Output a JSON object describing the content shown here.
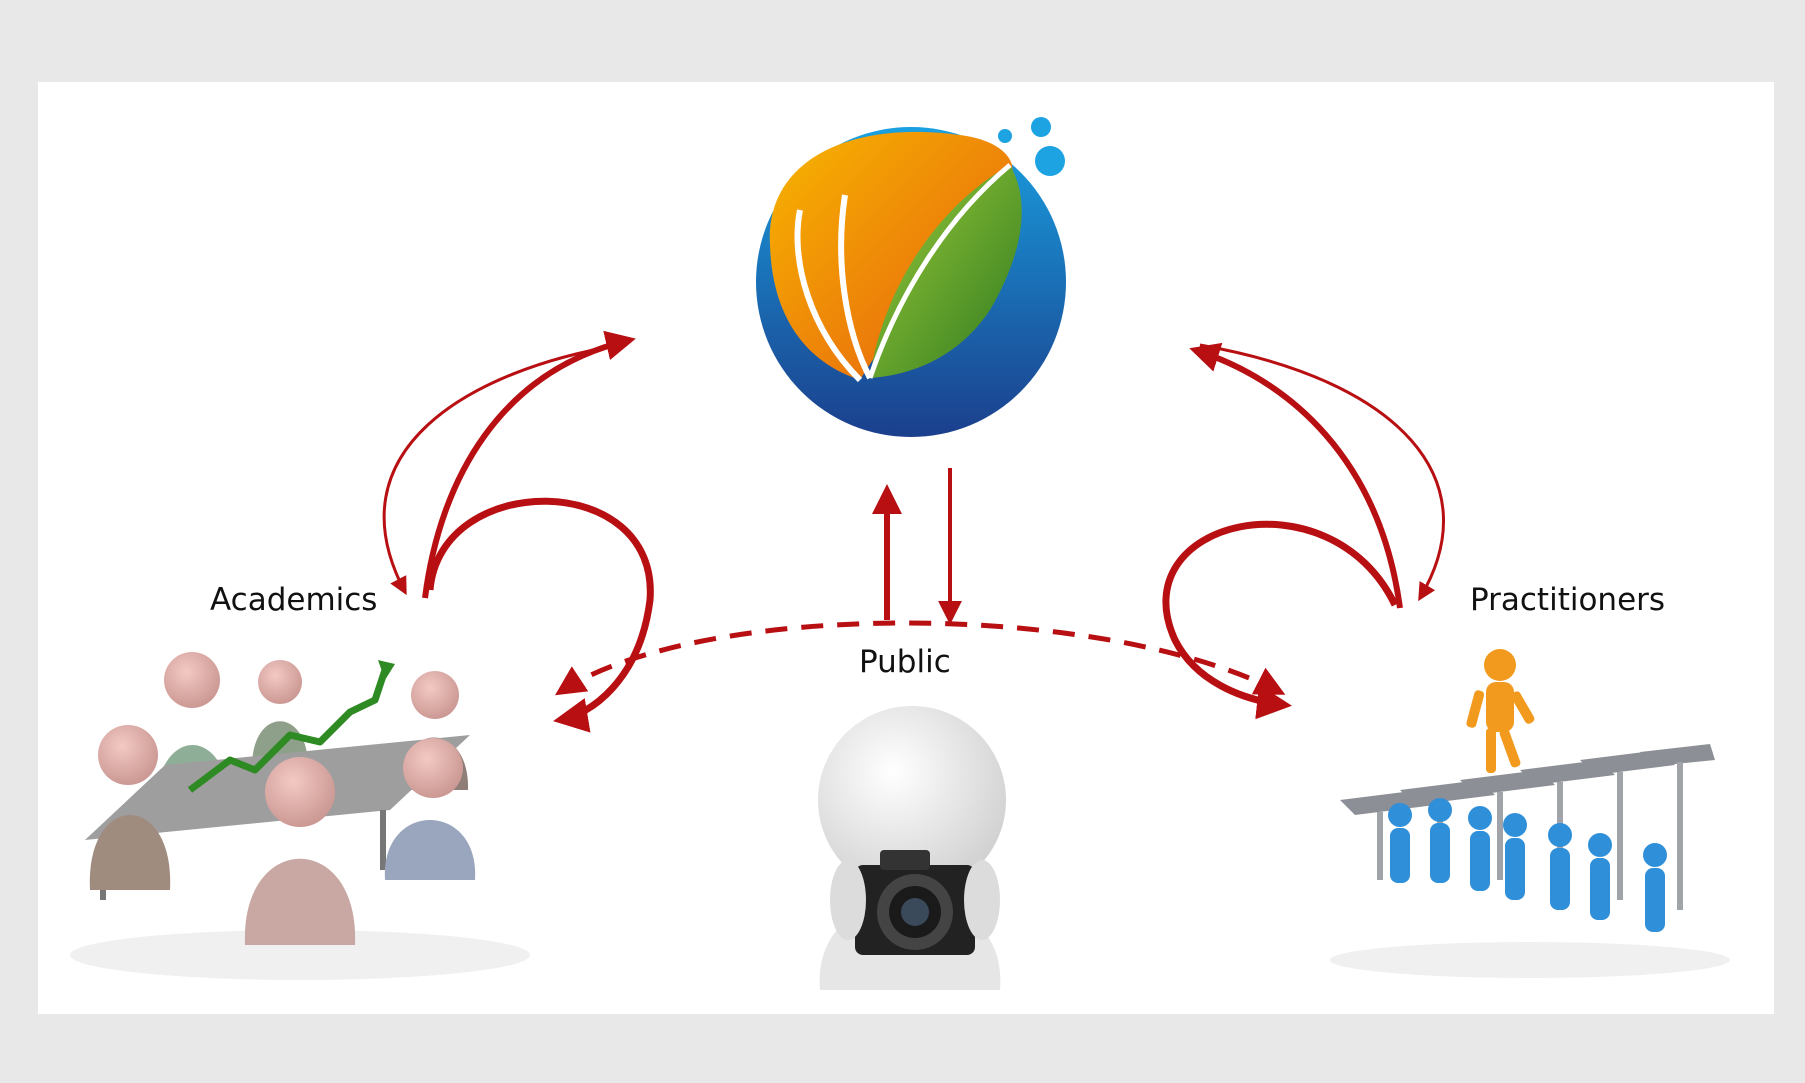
{
  "diagram": {
    "labels": {
      "academics": "Academics",
      "public": "Public",
      "practitioners": "Practitioners"
    },
    "nodes": {
      "center": "logo-globe-icon",
      "left": "meeting-group-icon",
      "middle": "photographer-icon",
      "right": "team-lifting-leader-icon"
    },
    "colors": {
      "arrow": "#b80f12",
      "background": "#e8e8e8",
      "panel": "#ffffff",
      "logo_orange": "#f08a14",
      "logo_green": "#5e9e2a",
      "logo_blue": "#1e63a6",
      "people_blue": "#2f8fd8",
      "leader_orange": "#f29a1e"
    }
  }
}
